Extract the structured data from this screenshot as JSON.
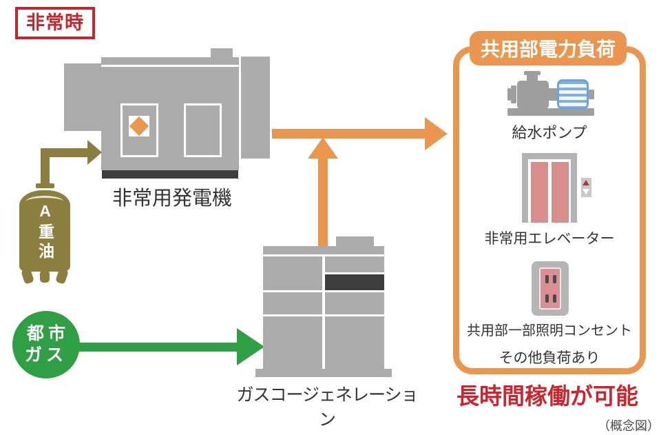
{
  "mode_badge": "非常時",
  "generator": {
    "label": "非常用発電機"
  },
  "fuel_tank": {
    "label": "A重油"
  },
  "city_gas": {
    "label": "都市\nガス"
  },
  "cogeneration": {
    "label": "ガスコージェネレーション"
  },
  "load_box": {
    "title": "共用部電力負荷",
    "items": [
      {
        "icon": "water-pump-icon",
        "label": "給水ポンプ"
      },
      {
        "icon": "elevator-icon",
        "label": "非常用エレベーター"
      },
      {
        "icon": "outlet-icon",
        "label": "共用部一部照明コンセント"
      }
    ],
    "note": "その他負荷あり"
  },
  "conclusion": "長時間稼働が可能",
  "caption": "（概念図）",
  "colors": {
    "orange": "#EB964E",
    "olive": "#8C7E3F",
    "green": "#2F9E44",
    "red": "#C1272D",
    "crimson": "#C9252E",
    "machine_gray": "#ABABAB",
    "dark_gray": "#3D3D3D",
    "door_pink": "#D98E8E",
    "outlet_pink": "#D98F93",
    "motor_blue": "#6FA3D8",
    "label_color": "#333333"
  }
}
